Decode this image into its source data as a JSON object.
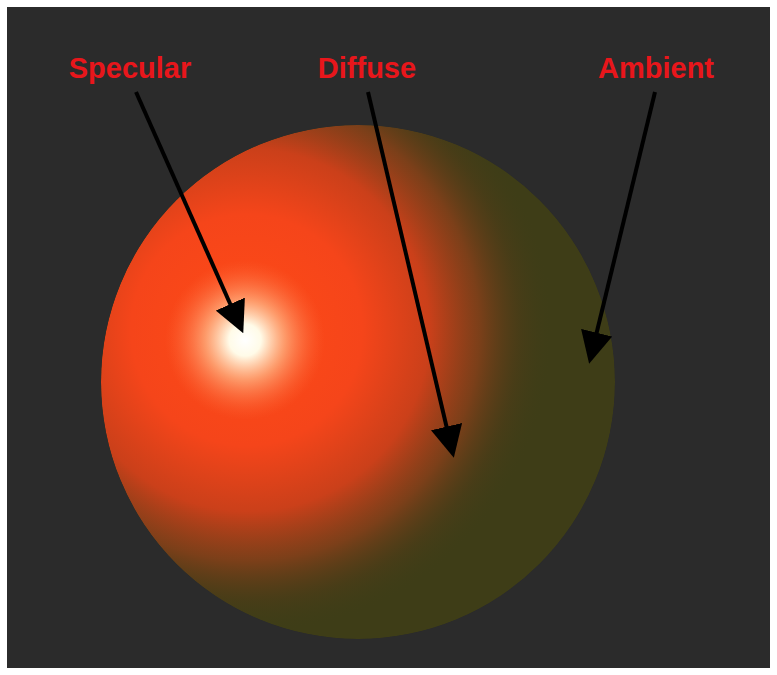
{
  "diagram": {
    "labels": [
      "Specular",
      "Diffuse",
      "Ambient"
    ]
  }
}
